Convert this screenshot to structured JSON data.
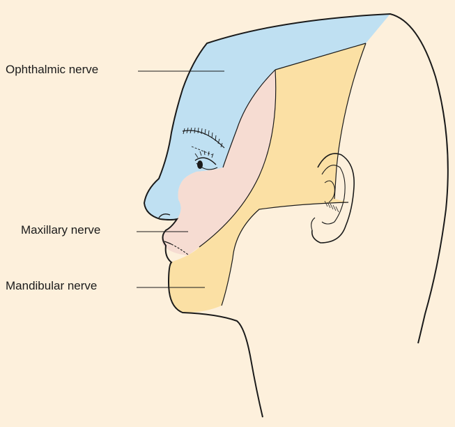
{
  "labels": {
    "ophthalmic": "Ophthalmic nerve",
    "maxillary": "Maxillary nerve",
    "mandibular": "Mandibular nerve"
  },
  "colors": {
    "background": "#fdf0dc",
    "ophthalmic_region": "#bfe0f2",
    "maxillary_region": "#f6dcd2",
    "mandibular_region": "#fbe0a4",
    "outline": "#1a1a1a"
  }
}
